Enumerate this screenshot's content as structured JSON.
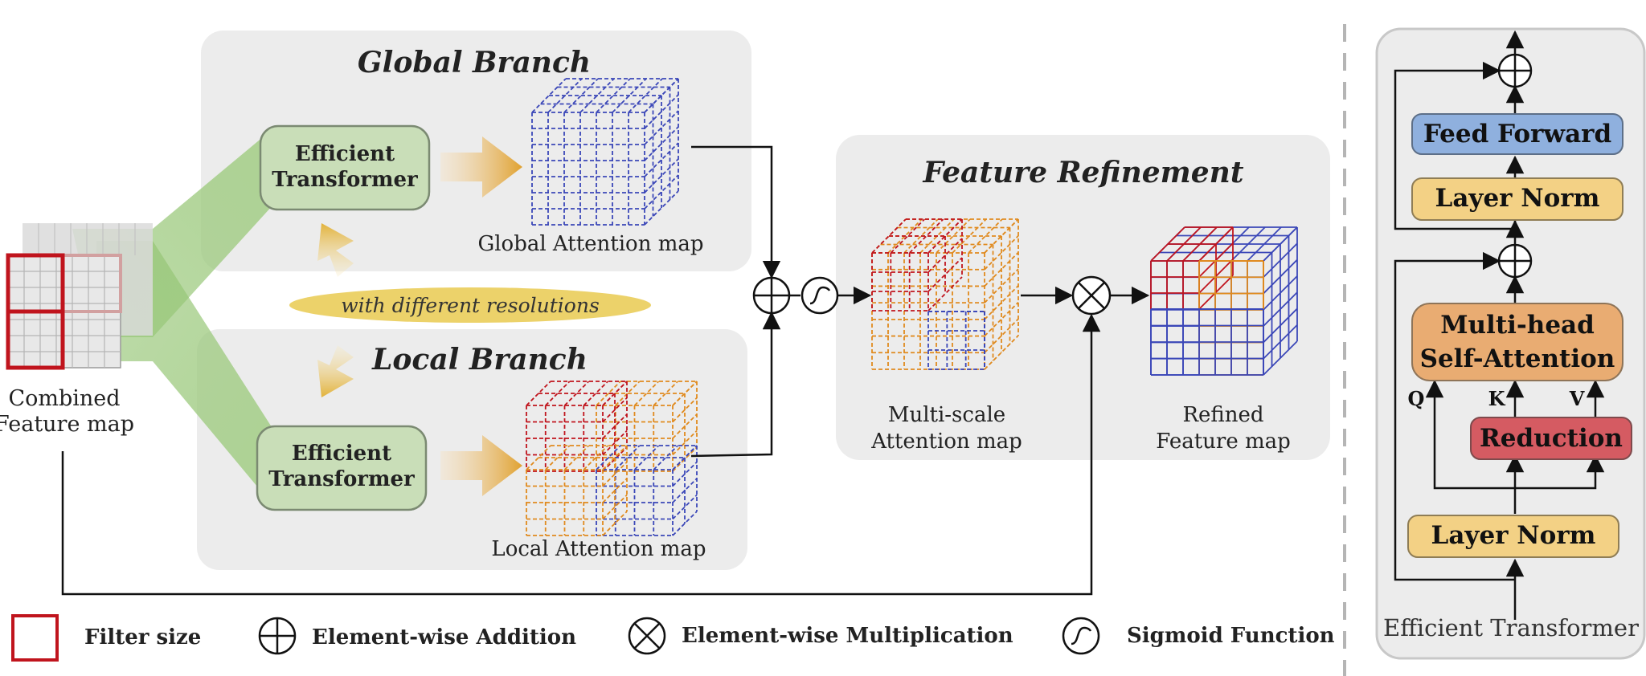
{
  "global_branch": {
    "title": "Global Branch",
    "transformer_line1": "Efficient",
    "transformer_line2": "Transformer",
    "map_label": "Global Attention map"
  },
  "local_branch": {
    "title": "Local Branch",
    "transformer_line1": "Efficient",
    "transformer_line2": "Transformer",
    "map_label": "Local Attention map"
  },
  "resolution_note": "with different resolutions",
  "combined_map": {
    "line1": "Combined",
    "line2": "Feature map"
  },
  "refinement": {
    "title": "Feature Refinement",
    "multiscale_line1": "Multi-scale",
    "multiscale_line2": "Attention map",
    "refined_line1": "Refined",
    "refined_line2": "Feature map"
  },
  "transformer_block": {
    "feed_forward": "Feed Forward",
    "layer_norm_top": "Layer Norm",
    "mhsa_line1": "Multi-head",
    "mhsa_line2": "Self-Attention",
    "reduction": "Reduction",
    "layer_norm_bottom": "Layer Norm",
    "q": "Q",
    "k": "K",
    "v": "V",
    "caption": "Efficient Transformer"
  },
  "legend": {
    "filter": "Filter size",
    "addition": "Element-wise Addition",
    "multiplication": "Element-wise Multiplication",
    "sigmoid": "Sigmoid Function"
  },
  "colors": {
    "green_box": "#c9deb8",
    "blue_box": "#8fb0de",
    "yellow_box": "#f3d185",
    "orange_box": "#e9ac72",
    "red_box": "#d55b62",
    "panel": "#ececec",
    "grid_blue": "#3b47b8",
    "grid_red": "#c0141d",
    "grid_orange": "#e08a1e"
  }
}
